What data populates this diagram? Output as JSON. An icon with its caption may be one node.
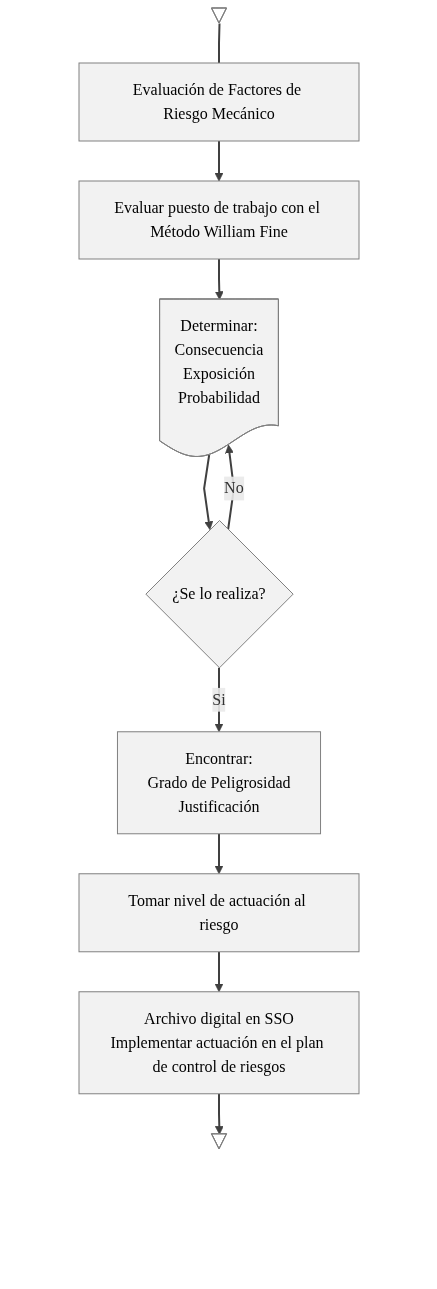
{
  "diagram": {
    "nodes": [
      {
        "text": [],
        "shape": "triangle"
      },
      {
        "text": [
          "Evaluación de Factores de Riesgo Mecánico"
        ]
      },
      {
        "text": [
          "Evaluar puesto de trabajo con el Método William Fine"
        ]
      },
      {
        "text": [
          "Determinar:",
          "Consecuencia",
          "Exposición",
          "Probabilidad"
        ]
      },
      {
        "text": [
          "¿Se lo realiza?"
        ]
      },
      {
        "text": [
          "Encontrar:",
          "Grado de Peligrosidad",
          "Justificación"
        ]
      },
      {
        "text": [
          "Tomar nivel de actuación al riesgo"
        ]
      },
      {
        "text": [
          "Archivo digital en SSO",
          "Implementar actuación en el plan de control de riesgos"
        ]
      },
      {
        "text": [],
        "shape": "triangle"
      }
    ],
    "edges": [
      {
        "from": 0,
        "to": 1,
        "arrow": "none"
      },
      {
        "from": 1,
        "to": 2,
        "arrow": "to"
      },
      {
        "from": 2,
        "to": 3,
        "arrow": "to"
      },
      {
        "from": 3,
        "to": 4,
        "arrow": "to"
      },
      {
        "from": 4,
        "to": 3,
        "label": "No",
        "arrow": "to"
      },
      {
        "from": 4,
        "to": 5,
        "label": "Si",
        "arrow": "to"
      },
      {
        "from": 5,
        "to": 6,
        "arrow": "to"
      },
      {
        "from": 6,
        "to": 7,
        "arrow": "to"
      },
      {
        "from": 7,
        "to": 8,
        "arrow": "to"
      }
    ]
  }
}
